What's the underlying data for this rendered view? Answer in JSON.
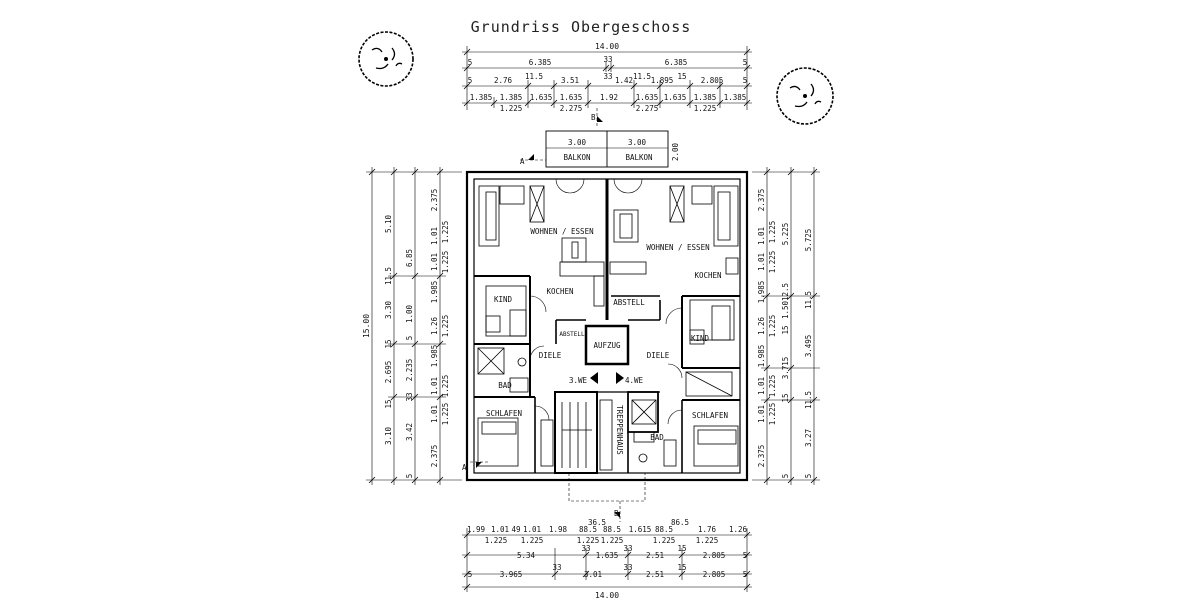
{
  "title": "Grundriss Obergeschoss",
  "dimensions": {
    "top": {
      "overall": "14.00",
      "row1": [
        "5",
        "6.385",
        "33",
        "6.385",
        "5"
      ],
      "row2": [
        "5",
        "2.76",
        "11.5",
        "3.51",
        "33",
        "1.42",
        "11.5",
        "1.895",
        "15",
        "2.805",
        "5"
      ],
      "row3": [
        "1.385",
        "1.385",
        "1.635",
        "1.635",
        "1.92",
        "1.635",
        "1.635",
        "1.385",
        "1.385"
      ],
      "row3_sub": [
        "1.225",
        "2.275",
        "2.275",
        "1.225"
      ]
    },
    "balcony": {
      "width_left": "3.00",
      "width_right": "3.00",
      "depth": "2.00"
    },
    "bottom": {
      "row1": [
        "1.99",
        "1.01",
        "49",
        "1.01",
        "1.98",
        "36.5",
        "88.5",
        "88.5",
        "1.615",
        "88.5",
        "86.5",
        "1.76",
        "1.26"
      ],
      "row1_sub": [
        "1.225",
        "1.225",
        "1.225",
        "1.225",
        "1.225",
        "1.225"
      ],
      "row2": [
        "5.34",
        "33",
        "1.635",
        "33",
        "2.51",
        "15",
        "2.805",
        "5"
      ],
      "row3": [
        "5",
        "3.965",
        "33",
        "3.01",
        "33",
        "2.51",
        "15",
        "2.805",
        "5"
      ],
      "overall": "14.00"
    },
    "left": {
      "overall": "15.00",
      "outer": [
        "5.10",
        "11.5",
        "3.30",
        "15",
        "2.695",
        "15",
        "3.10"
      ],
      "middle": [
        "6.85",
        "5",
        "2.235",
        "33",
        "3.42",
        "5"
      ],
      "inner": [
        "2.375",
        "1.01",
        "1.01",
        "1.985",
        "1.26",
        "1.00",
        "1.985",
        "1.01",
        "1.01",
        "2.375"
      ],
      "inner_sub": [
        "1.225",
        "1.225",
        "1.225",
        "1.225",
        "1.225"
      ]
    },
    "right": {
      "outer": [
        "5.725",
        "11.5",
        "3.495",
        "11.5",
        "3.27",
        "5"
      ],
      "middle": [
        "5.225",
        "12.5",
        "1.50",
        "15",
        "3.715",
        "15",
        "5"
      ],
      "inner": [
        "2.375",
        "1.01",
        "1.01",
        "1.985",
        "1.26",
        "1.985",
        "1.01",
        "1.01",
        "2.375"
      ],
      "inner_sub": [
        "1.225",
        "1.225",
        "1.225",
        "1.225",
        "1.225"
      ]
    }
  },
  "rooms": {
    "balkon_left": "BALKON",
    "balkon_right": "BALKON",
    "wohnen_left": "WOHNEN / ESSEN",
    "wohnen_right": "WOHNEN / ESSEN",
    "kochen_left": "KOCHEN",
    "kochen_right": "KOCHEN",
    "abstell_left": "ABSTELL",
    "abstell_right": "ABSTELL",
    "kind_left": "KIND",
    "kind_right": "KIND",
    "aufzug": "AUFZUG",
    "diele_left": "DIELE",
    "diele_right": "DIELE",
    "bad_left": "BAD",
    "bad_right": "BAD",
    "we_left": "3.WE",
    "we_right": "4.WE",
    "schlafen_left": "SCHLAFEN",
    "schlafen_right": "SCHLAFEN",
    "treppenhaus": "TREPPENHAUS"
  },
  "section_marks": {
    "a_left": "A",
    "a_right": "A",
    "b_top": "B",
    "b_bottom": "B"
  },
  "icons": [
    "tree-icon-left",
    "tree-icon-right",
    "section-arrow-icon"
  ]
}
